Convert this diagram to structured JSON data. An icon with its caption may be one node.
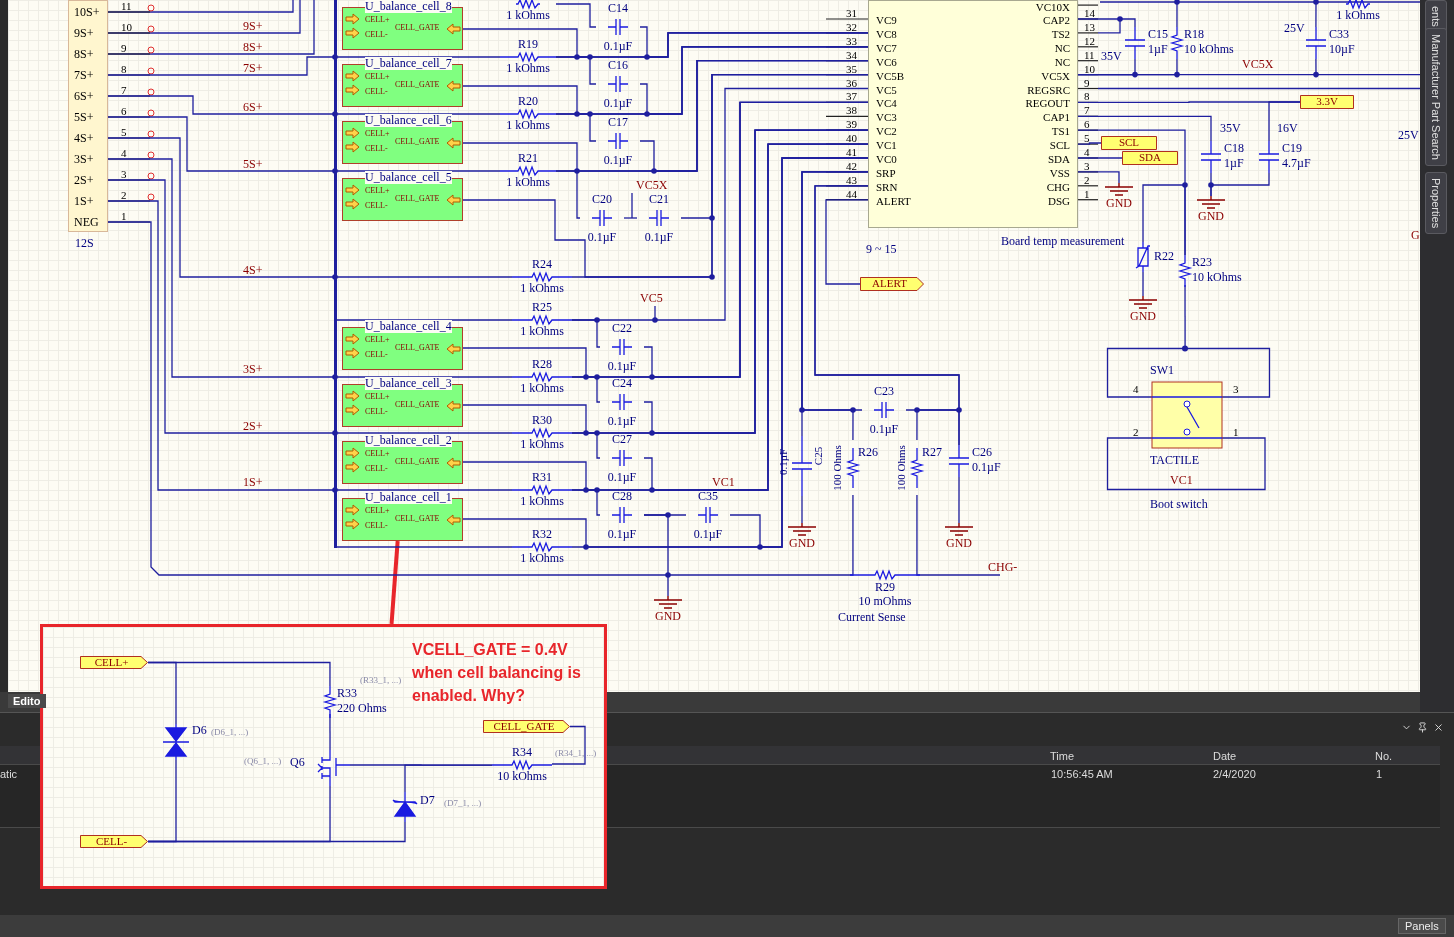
{
  "diagram": {
    "nodes": [
      {
        "text": [
          "10S+",
          "9S+",
          "8S+",
          "7S+",
          "6S+",
          "5S+",
          "4S+",
          "3S+",
          "2S+",
          "1S+",
          "NEG"
        ],
        "beside": [
          "12S"
        ]
      },
      {
        "text": [
          "U_balance_cell_8",
          "CELL+",
          "CELL-",
          "CELL_GATE"
        ]
      },
      {
        "text": [
          "U_balance_cell_7",
          "CELL+",
          "CELL-",
          "CELL_GATE"
        ]
      },
      {
        "text": [
          "U_balance_cell_6",
          "CELL+",
          "CELL-",
          "CELL_GATE"
        ]
      },
      {
        "text": [
          "U_balance_cell_5",
          "CELL+",
          "CELL-",
          "CELL_GATE"
        ]
      },
      {
        "text": [
          "U_balance_cell_4",
          "CELL+",
          "CELL-",
          "CELL_GATE"
        ]
      },
      {
        "text": [
          "U_balance_cell_3",
          "CELL+",
          "CELL-",
          "CELL_GATE"
        ]
      },
      {
        "text": [
          "U_balance_cell_2",
          "CELL+",
          "CELL-",
          "CELL_GATE"
        ]
      },
      {
        "text": [
          "U_balance_cell_1",
          "CELL+",
          "CELL-",
          "CELL_GATE"
        ]
      },
      {
        "text": [
          "1 kOhms"
        ]
      },
      {
        "text": [
          "C14",
          "0.1µF"
        ]
      },
      {
        "text": [
          "R19",
          "1 kOhms"
        ]
      },
      {
        "text": [
          "C16",
          "0.1µF"
        ]
      },
      {
        "text": [
          "R20",
          "1 kOhms"
        ]
      },
      {
        "text": [
          "C17",
          "0.1µF"
        ]
      },
      {
        "text": [
          "R21",
          "1 kOhms"
        ]
      },
      {
        "text": [
          "C20",
          "0.1µF"
        ]
      },
      {
        "text": [
          "C21",
          "0.1µF"
        ]
      },
      {
        "text": [
          "R24",
          "1 kOhms"
        ]
      },
      {
        "text": [
          "R25",
          "1 kOhms"
        ]
      },
      {
        "text": [
          "C22",
          "0.1µF"
        ]
      },
      {
        "text": [
          "R28",
          "1 kOhms"
        ]
      },
      {
        "text": [
          "C24",
          "0.1µF"
        ]
      },
      {
        "text": [
          "R30",
          "1 kOhms"
        ]
      },
      {
        "text": [
          "C27",
          "0.1µF"
        ]
      },
      {
        "text": [
          "R31",
          "1 kOhms"
        ]
      },
      {
        "text": [
          "C28",
          "0.1µF"
        ]
      },
      {
        "text": [
          "C35",
          "0.1µF"
        ]
      },
      {
        "text": [
          "R32",
          "1 kOhms"
        ]
      },
      {
        "text": [
          "0.1µF",
          "C25"
        ]
      },
      {
        "text": [
          "C23",
          "0.1µF"
        ]
      },
      {
        "text": [
          "100 Ohms",
          "R26"
        ]
      },
      {
        "text": [
          "100 Ohms",
          "R27"
        ]
      },
      {
        "text": [
          "C26",
          "0.1µF"
        ]
      },
      {
        "text": [
          "R29",
          "10 mOhms"
        ],
        "beside": [
          "Current Sense"
        ]
      },
      {
        "text": [
          "VC9",
          "VC8",
          "VC7",
          "VC6",
          "VC5B",
          "VC5",
          "VC4",
          "VC3",
          "VC2",
          "VC1",
          "VC0",
          "SRP",
          "SRN",
          "ALERT",
          "VC10X",
          "CAP2",
          "TS2",
          "NC",
          "NC",
          "VC5X",
          "REGSRC",
          "REGOUT",
          "CAP1",
          "TS1",
          "SCL",
          "SDA",
          "VSS",
          "CHG",
          "DSG"
        ]
      },
      {
        "text": [
          "ALERT"
        ]
      },
      {
        "text": [
          "C15",
          "1µF"
        ],
        "beside": [
          "35V"
        ]
      },
      {
        "text": [
          "R18",
          "10 kOhms"
        ]
      },
      {
        "text": [
          "C33",
          "10µF"
        ],
        "beside": [
          "25V"
        ]
      },
      {
        "text": [
          "1 kOhms"
        ]
      },
      {
        "text": [
          "3.3V"
        ]
      },
      {
        "text": [
          "C18",
          "1µF"
        ],
        "beside": [
          "35V"
        ]
      },
      {
        "text": [
          "C19",
          "4.7µF"
        ],
        "beside": [
          "16V"
        ]
      },
      {
        "text": [
          "SCL"
        ]
      },
      {
        "text": [
          "SDA"
        ]
      },
      {
        "text": [
          "R22"
        ],
        "beside": [
          "Board temp measurement"
        ]
      },
      {
        "text": [
          "R23",
          "10 kOhms"
        ]
      },
      {
        "text": [
          "SW1",
          "TACTILE",
          "VC1"
        ],
        "beside": [
          "Boot switch"
        ]
      },
      {
        "text": [
          "GND"
        ]
      },
      {
        "text": [
          "GND"
        ]
      },
      {
        "text": [
          "GND"
        ]
      },
      {
        "text": [
          "GND"
        ]
      },
      {
        "text": [
          "GND"
        ]
      },
      {
        "text": [
          "GND"
        ]
      },
      {
        "text": [
          "VCELL_GATE = 0.4V when cell balancing is enabled. Why?"
        ]
      },
      {
        "text": [
          "CELL+"
        ],
        "in": 55
      },
      {
        "text": [
          "CELL-"
        ],
        "in": 55
      },
      {
        "text": [
          "CELL_GATE"
        ],
        "in": 55
      },
      {
        "text": [
          "R33",
          "220 Ohms"
        ],
        "in": 55,
        "beside": [
          "(R33_1, ...)"
        ]
      },
      {
        "text": [
          "D6"
        ],
        "in": 55,
        "beside": [
          "(D6_1, ...)"
        ]
      },
      {
        "text": [
          "Q6"
        ],
        "in": 55,
        "beside": [
          "(Q6_1, ...)"
        ]
      },
      {
        "text": [
          "R34",
          "10 kOhms"
        ],
        "in": 55,
        "beside": [
          "(R34_1, ...)"
        ]
      },
      {
        "text": [
          "D7"
        ],
        "in": 55,
        "beside": [
          "(D7_1, ...)"
        ]
      },
      {
        "text": [],
        "shape": "bar"
      }
    ],
    "edges": [
      {
        "from": 8,
        "to": 55,
        "arrow": "none",
        "style": "thick",
        "color": "#e8262b"
      },
      {
        "from": 35,
        "to": 36,
        "arrow": "none"
      },
      {
        "from": 35,
        "to": 44,
        "arrow": "none"
      },
      {
        "from": 35,
        "to": 45,
        "arrow": "none"
      },
      {
        "from": 35,
        "to": 41,
        "arrow": "none"
      },
      {
        "from": 47,
        "to": 48,
        "arrow": "none"
      },
      {
        "from": 46,
        "to": 51,
        "arrow": "none"
      },
      {
        "from": 42,
        "to": 50,
        "arrow": "none"
      },
      {
        "from": 29,
        "to": 52,
        "arrow": "none"
      },
      {
        "from": 33,
        "to": 53,
        "arrow": "none"
      },
      {
        "from": 31,
        "to": 34,
        "arrow": "none"
      },
      {
        "from": 32,
        "to": 34,
        "arrow": "none"
      },
      {
        "from": 56,
        "to": 59,
        "arrow": "none"
      },
      {
        "from": 56,
        "to": 60,
        "arrow": "none"
      },
      {
        "from": 60,
        "to": 57,
        "arrow": "none"
      },
      {
        "from": 59,
        "to": 61,
        "arrow": "none"
      },
      {
        "from": 61,
        "to": 57,
        "arrow": "none"
      },
      {
        "from": 62,
        "to": 61,
        "arrow": "none"
      },
      {
        "from": 58,
        "to": 62,
        "arrow": "none"
      },
      {
        "from": 63,
        "to": 62,
        "arrow": "none"
      },
      {
        "from": 63,
        "to": 57,
        "arrow": "none"
      },
      {
        "from": 41,
        "to": 43,
        "arrow": "none"
      },
      {
        "from": 0,
        "to": 25,
        "arrow": "none"
      },
      {
        "from": 0,
        "to": 34,
        "arrow": "none"
      },
      {
        "from": 8,
        "to": 35,
        "arrow": "none"
      },
      {
        "from": 0,
        "to": 11,
        "arrow": "none"
      },
      {
        "from": 0,
        "to": 13,
        "arrow": "none"
      },
      {
        "from": 0,
        "to": 15,
        "arrow": "none"
      },
      {
        "from": 0,
        "to": 18,
        "arrow": "none"
      },
      {
        "from": 0,
        "to": 21,
        "arrow": "none"
      },
      {
        "from": 0,
        "to": 23,
        "arrow": "none"
      },
      {
        "from": 11,
        "to": 35,
        "arrow": "none"
      },
      {
        "from": 13,
        "to": 35,
        "arrow": "none"
      },
      {
        "from": 15,
        "to": 35,
        "arrow": "none"
      },
      {
        "from": 1,
        "to": 35,
        "arrow": "none"
      },
      {
        "from": 2,
        "to": 35,
        "arrow": "none"
      },
      {
        "from": 3,
        "to": 35,
        "arrow": "none"
      },
      {
        "from": 9,
        "to": 10,
        "arrow": "none"
      },
      {
        "from": 10,
        "to": 35,
        "arrow": "none"
      },
      {
        "from": 11,
        "to": 12,
        "arrow": "none"
      },
      {
        "from": 12,
        "to": 35,
        "arrow": "none"
      },
      {
        "from": 13,
        "to": 14,
        "arrow": "none"
      },
      {
        "from": 14,
        "to": 35,
        "arrow": "none"
      },
      {
        "from": 15,
        "to": 16,
        "arrow": "none"
      },
      {
        "from": 16,
        "to": 17,
        "arrow": "none"
      },
      {
        "from": 17,
        "to": 35,
        "arrow": "none"
      },
      {
        "from": 18,
        "to": 35,
        "arrow": "none"
      },
      {
        "from": 4,
        "to": 35,
        "arrow": "none"
      },
      {
        "from": 19,
        "to": 35,
        "arrow": "none"
      },
      {
        "from": 21,
        "to": 35,
        "arrow": "none"
      },
      {
        "from": 23,
        "to": 35,
        "arrow": "none"
      },
      {
        "from": 25,
        "to": 35,
        "arrow": "none"
      },
      {
        "from": 28,
        "to": 35,
        "arrow": "none"
      },
      {
        "from": 5,
        "to": 35,
        "arrow": "none"
      },
      {
        "from": 6,
        "to": 35,
        "arrow": "none"
      },
      {
        "from": 7,
        "to": 35,
        "arrow": "none"
      },
      {
        "from": 19,
        "to": 20,
        "arrow": "none"
      },
      {
        "from": 20,
        "to": 35,
        "arrow": "none"
      },
      {
        "from": 21,
        "to": 22,
        "arrow": "none"
      },
      {
        "from": 22,
        "to": 35,
        "arrow": "none"
      },
      {
        "from": 23,
        "to": 24,
        "arrow": "none"
      },
      {
        "from": 24,
        "to": 35,
        "arrow": "none"
      },
      {
        "from": 25,
        "to": 26,
        "arrow": "none"
      },
      {
        "from": 26,
        "to": 27,
        "arrow": "none"
      },
      {
        "from": 27,
        "to": 35,
        "arrow": "none"
      },
      {
        "from": 26,
        "to": 54,
        "arrow": "none"
      },
      {
        "from": 35,
        "to": 29,
        "arrow": "none"
      },
      {
        "from": 35,
        "to": 33,
        "arrow": "none"
      },
      {
        "from": 35,
        "to": 30,
        "arrow": "none"
      },
      {
        "from": 30,
        "to": 33,
        "arrow": "none"
      },
      {
        "from": 35,
        "to": 31,
        "arrow": "none"
      },
      {
        "from": 35,
        "to": 32,
        "arrow": "none"
      },
      {
        "from": 35,
        "to": 37,
        "arrow": "none"
      },
      {
        "from": 38,
        "to": 39,
        "arrow": "none"
      },
      {
        "from": 35,
        "to": 37,
        "arrow": "none"
      },
      {
        "from": 35,
        "to": 38,
        "arrow": "none"
      },
      {
        "from": 35,
        "to": 39,
        "arrow": "none"
      },
      {
        "from": 35,
        "to": 42,
        "arrow": "none"
      },
      {
        "from": 35,
        "to": 47,
        "arrow": "none"
      },
      {
        "from": 46,
        "to": 47,
        "arrow": "none"
      },
      {
        "from": 43,
        "to": 50,
        "arrow": "none"
      },
      {
        "from": 35,
        "to": 49,
        "arrow": "none"
      },
      {
        "from": 64,
        "to": 19,
        "arrow": "none"
      },
      {
        "from": 64,
        "to": 28,
        "arrow": "none"
      }
    ],
    "labels": [
      "11",
      "10",
      "9",
      "8",
      "7",
      "6",
      "5",
      "4",
      "3",
      "2",
      "1",
      "9S+",
      "8S+",
      "7S+",
      "6S+",
      "5S+",
      "4S+",
      "3S+",
      "2S+",
      "1S+",
      "VC5X",
      "VC5",
      "VC1",
      "31",
      "32",
      "33",
      "34",
      "35",
      "36",
      "37",
      "38",
      "39",
      "40",
      "41",
      "42",
      "43",
      "44",
      "14",
      "13",
      "12",
      "11",
      "10",
      "9",
      "8",
      "7",
      "6",
      "5",
      "4",
      "3",
      "2",
      "1",
      "9 ~ 15",
      "VC5X",
      "CHG-",
      "25V",
      "G",
      "4",
      "3",
      "2",
      "1",
      "ents",
      "Manufacturer Part Search",
      "Properties",
      "Edito",
      "Time",
      "Date",
      "No.",
      "atic",
      "10:56:45 AM",
      "2/4/2020",
      "1",
      "Panels"
    ]
  }
}
